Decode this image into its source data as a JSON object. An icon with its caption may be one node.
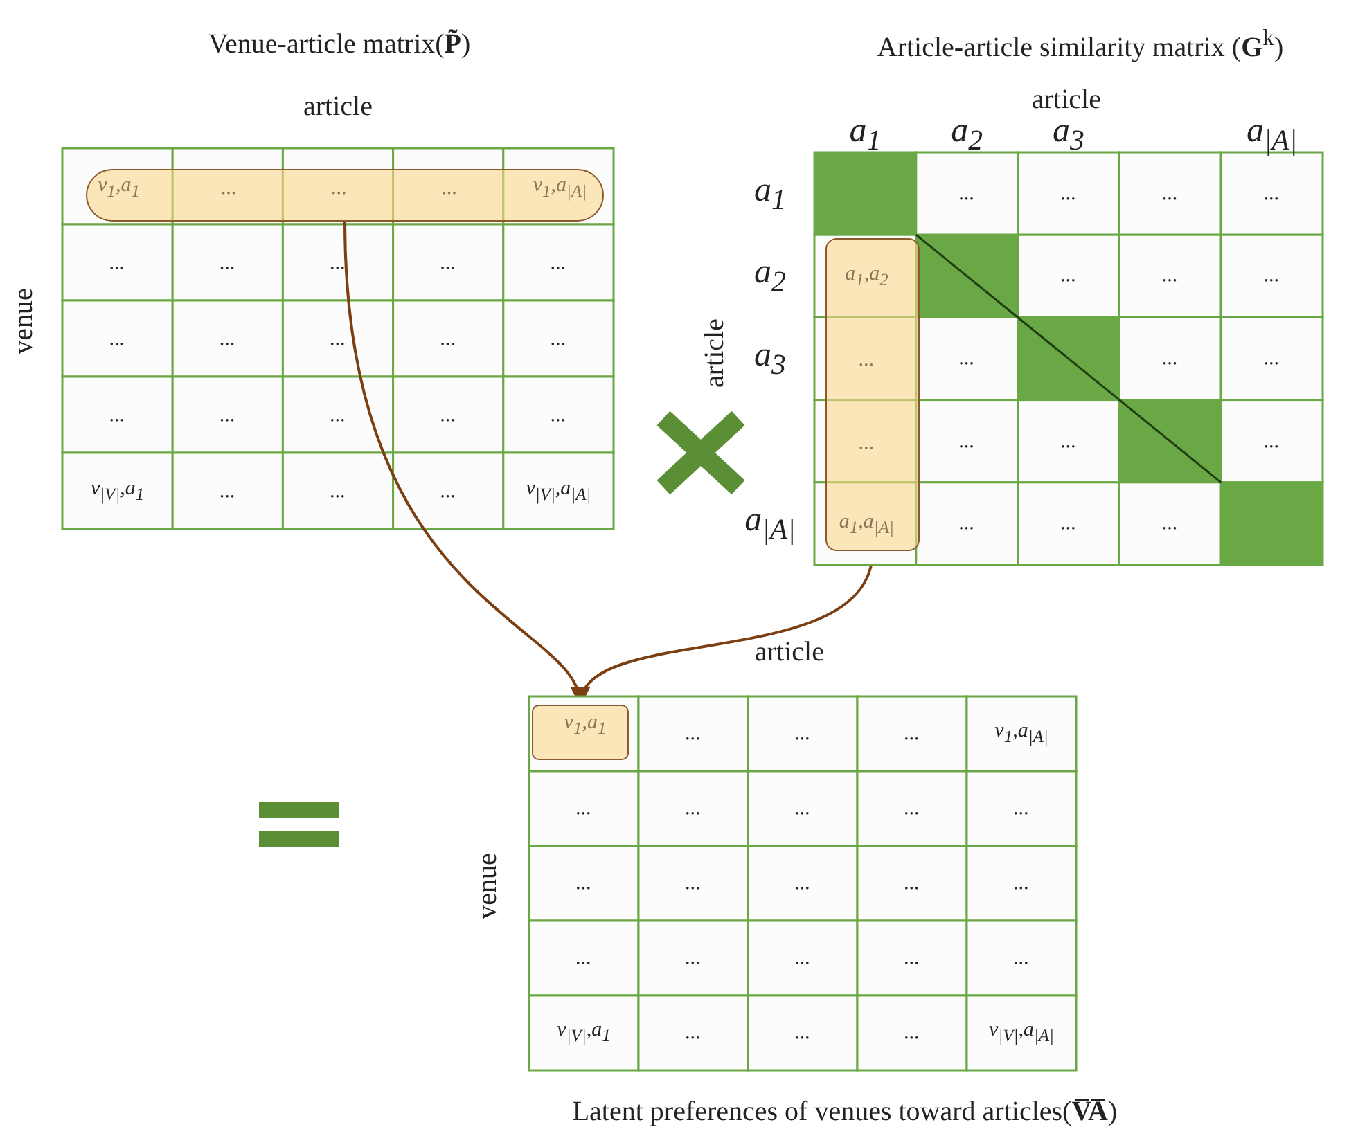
{
  "diagram": {
    "nodes": [
      {
        "text": [
          "v$_{1}$,a$_{1}$",
          "...",
          "...",
          "...",
          "v$_{1}$,a$_{|A|}$"
        ]
      },
      {
        "text": [
          "a$_{1}$,a$_{2}$",
          "...",
          "...",
          "a$_{1}$,a$_{|A|}$"
        ]
      },
      {
        "text": [
          "v$_{1}$,a$_{1}$"
        ]
      }
    ],
    "edges": [
      {
        "from": 0,
        "to": 2,
        "arrow": "to"
      },
      {
        "from": 1,
        "to": 2,
        "arrow": "to"
      }
    ],
    "labels": [
      "Venue-article matrix(**P̃**)",
      "article",
      "venue",
      "...",
      "...",
      "...",
      "...",
      "...",
      "...",
      "...",
      "...",
      "...",
      "...",
      "...",
      "...",
      "...",
      "...",
      "...",
      "v$_{|V|}$,a$_{1}$",
      "...",
      "...",
      "...",
      "v$_{|V|}$,a$_{|A|}$",
      "Article-article similarity matrix (**G**$^{k}$)",
      "article",
      "a$_{1}$",
      "a$_{2}$",
      "a$_{3}$",
      "a$_{|A|}$",
      "article",
      "a$_{1}$",
      "a$_{2}$",
      "a$_{3}$",
      "a$_{|A|}$",
      "...",
      "...",
      "...",
      "...",
      "...",
      "...",
      "...",
      "...",
      "...",
      "...",
      "...",
      "...",
      "...",
      "...",
      "...",
      "...",
      "article",
      "venue",
      "...",
      "...",
      "...",
      "v$_{1}$,a$_{|A|}$",
      "...",
      "...",
      "...",
      "...",
      "...",
      "...",
      "...",
      "...",
      "...",
      "...",
      "...",
      "...",
      "...",
      "...",
      "...",
      "v$_{|V|}$,a$_{1}$",
      "...",
      "...",
      "...",
      "v$_{|V|}$,a$_{|A|}$",
      "Latent preferences of venues toward articles(**V̅A̅**)"
    ]
  }
}
